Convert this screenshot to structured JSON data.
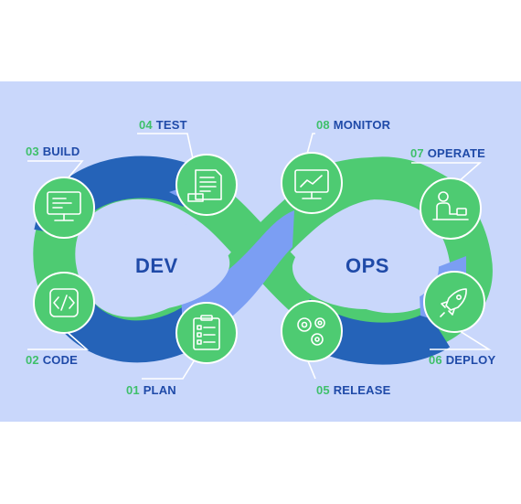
{
  "center": {
    "left": "DEV",
    "right": "OPS"
  },
  "colors": {
    "background_panel": "#c9d7fb",
    "green": "#4ecb72",
    "dark_blue": "#2563b8",
    "light_blue": "#7b9ef3",
    "circle_fill": "#4ecb72",
    "circle_stroke": "#ffffff",
    "label_number": "#3fc06b",
    "label_text": "#1f4aa8"
  },
  "stages": [
    {
      "num": "01",
      "label": "PLAN",
      "icon": "checklist-icon"
    },
    {
      "num": "02",
      "label": "CODE",
      "icon": "code-brackets-icon"
    },
    {
      "num": "03",
      "label": "BUILD",
      "icon": "monitor-icon"
    },
    {
      "num": "04",
      "label": "TEST",
      "icon": "document-icon"
    },
    {
      "num": "05",
      "label": "RELEASE",
      "icon": "gears-icon"
    },
    {
      "num": "06",
      "label": "DEPLOY",
      "icon": "rocket-icon"
    },
    {
      "num": "07",
      "label": "OPERATE",
      "icon": "person-at-desk-icon"
    },
    {
      "num": "08",
      "label": "MONITOR",
      "icon": "chart-monitor-icon"
    }
  ]
}
